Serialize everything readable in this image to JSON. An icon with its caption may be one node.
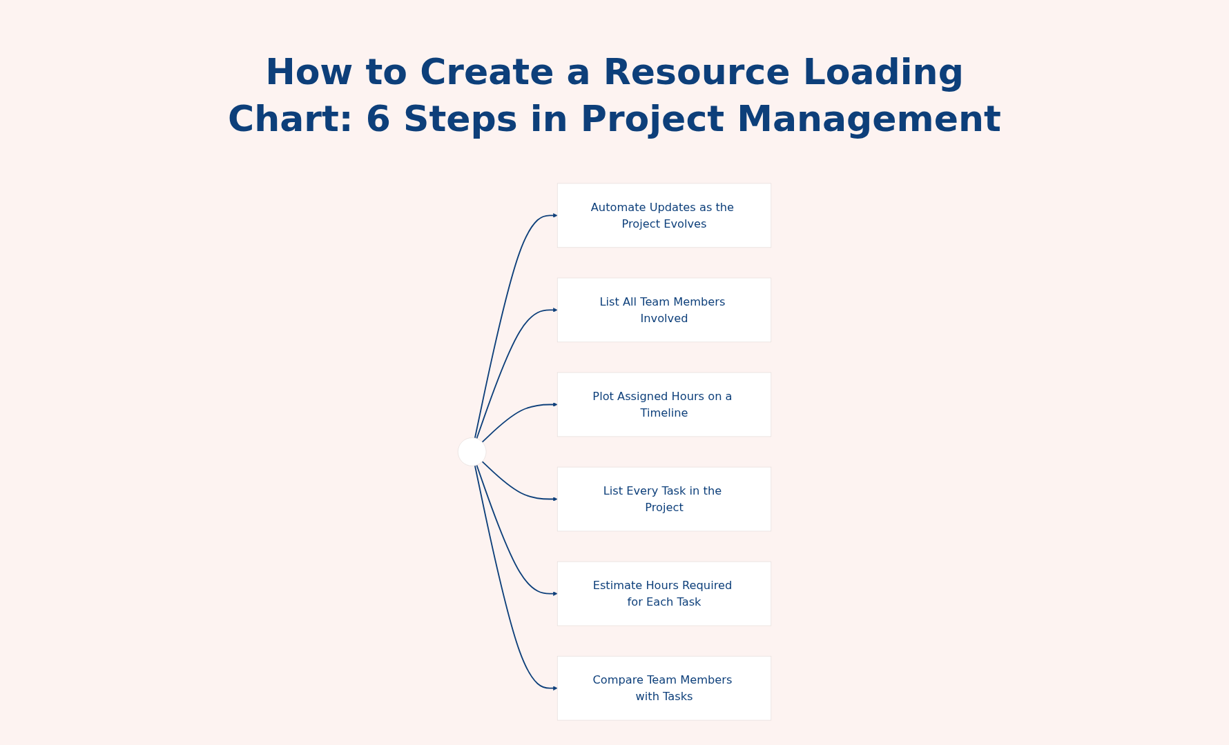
{
  "diagram": {
    "title": "How to Create a Resource Loading Chart: 6 Steps in Project Management",
    "nodes": [
      {
        "text": [
          "Automate Updates as the Project Evolves"
        ]
      },
      {
        "text": [
          "List All Team Members Involved"
        ]
      },
      {
        "text": [],
        "shape": "circle"
      },
      {
        "text": [
          "Plot Assigned Hours on a Timeline"
        ]
      },
      {
        "text": [
          "List Every Task in the Project"
        ]
      },
      {
        "text": [
          "Estimate Hours Required for Each Task"
        ]
      },
      {
        "text": [
          "Compare Team Members with Tasks"
        ]
      }
    ],
    "edges": [
      {
        "from": 2,
        "to": 0,
        "arrow": "to"
      },
      {
        "from": 2,
        "to": 1,
        "arrow": "to"
      },
      {
        "from": 2,
        "to": 3,
        "arrow": "to"
      },
      {
        "from": 2,
        "to": 4,
        "arrow": "to"
      },
      {
        "from": 2,
        "to": 5,
        "arrow": "to"
      },
      {
        "from": 2,
        "to": 6,
        "arrow": "to"
      }
    ]
  }
}
